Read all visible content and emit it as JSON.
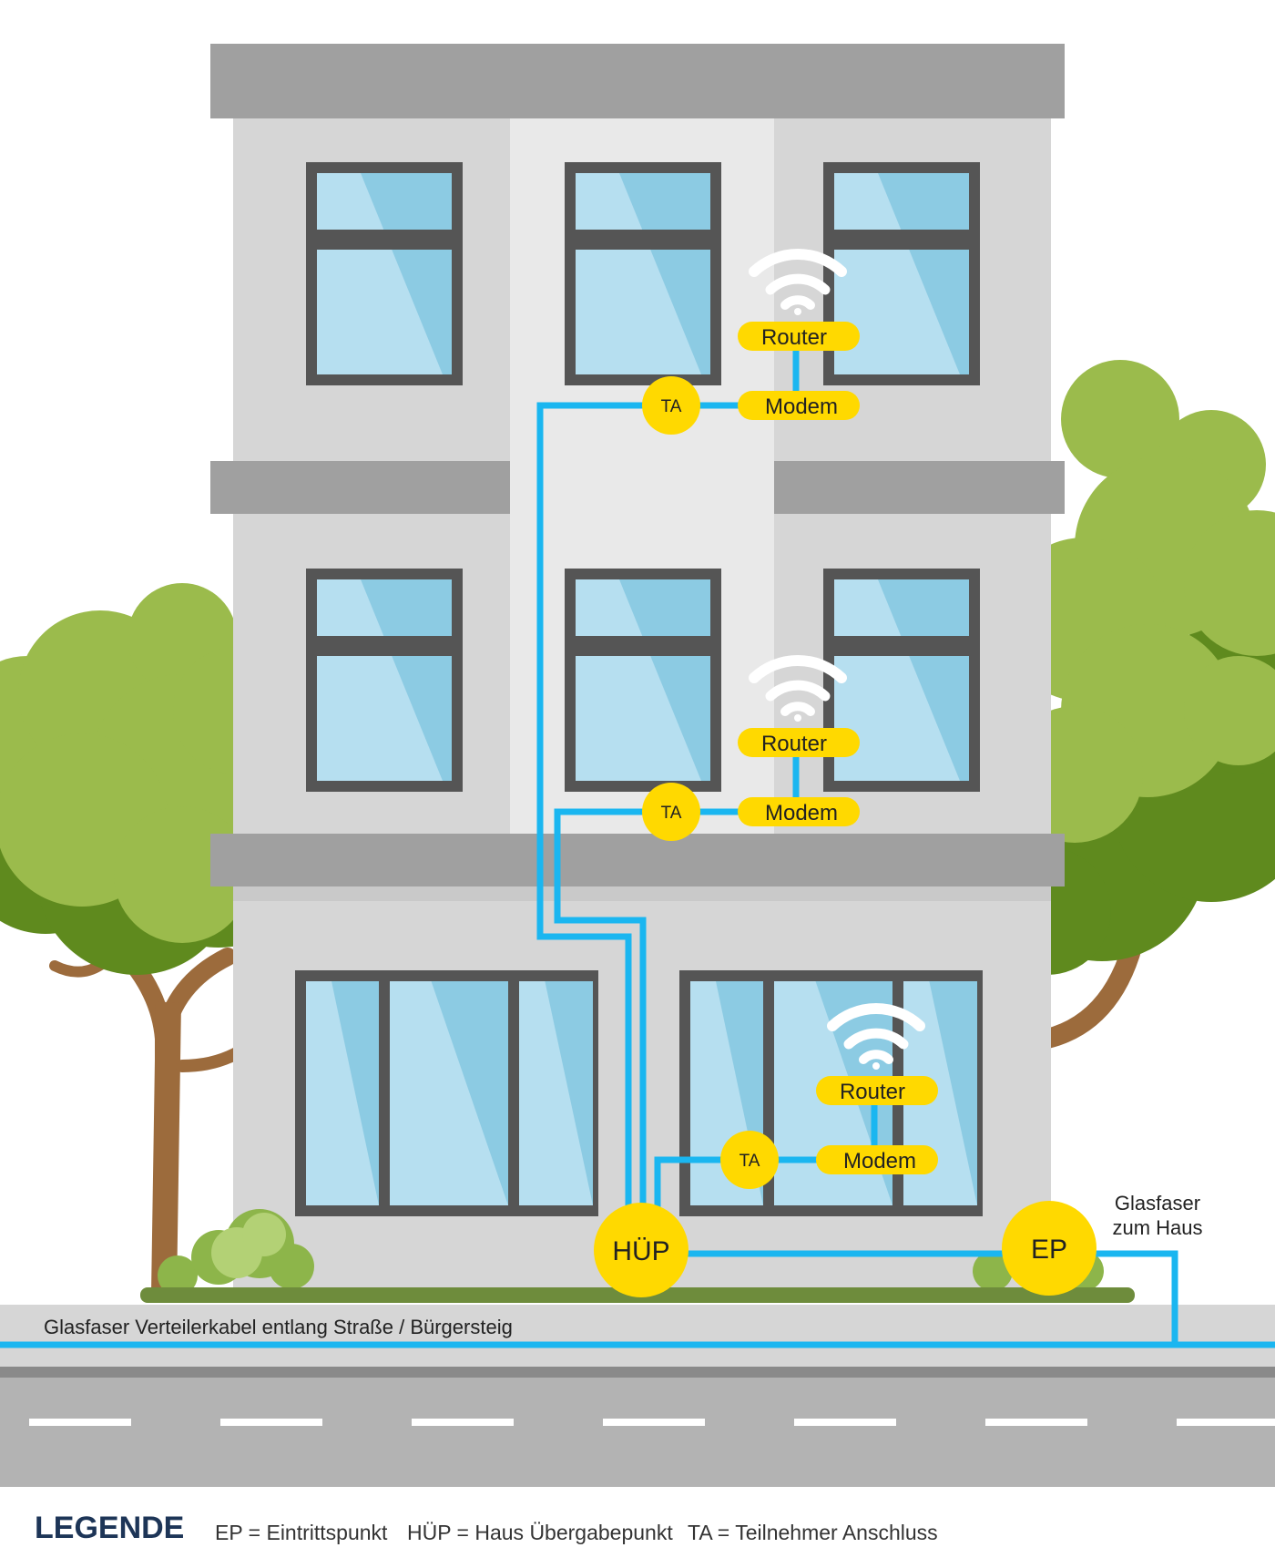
{
  "labels": {
    "router": "Router",
    "modem": "Modem",
    "ta": "TA",
    "huep": "HÜP",
    "ep": "EP",
    "fiber_house_line1": "Glasfaser",
    "fiber_house_line2": "zum Haus",
    "street_cable": "Glasfaser Verteilerkabel entlang Straße / Bürgersteig"
  },
  "legend": {
    "title": "LEGENDE",
    "items": [
      "EP = Eintrittspunkt",
      "HÜP = Haus Übergabepunkt",
      "TA = Teilnehmer Anschluss"
    ]
  },
  "colors": {
    "fiber": "#1ab6f0",
    "device": "#ffd900",
    "tree_light": "#9bbb4c",
    "tree_dark": "#5f8a1e",
    "building": "#d6d6d6",
    "ledge": "#a0a0a0",
    "window_glass": "#8ccbe3",
    "window_frame": "#555555",
    "road": "#b3b3b3",
    "legend_title": "#1d3557"
  },
  "icons": [
    "wifi-icon",
    "tree",
    "bush"
  ]
}
